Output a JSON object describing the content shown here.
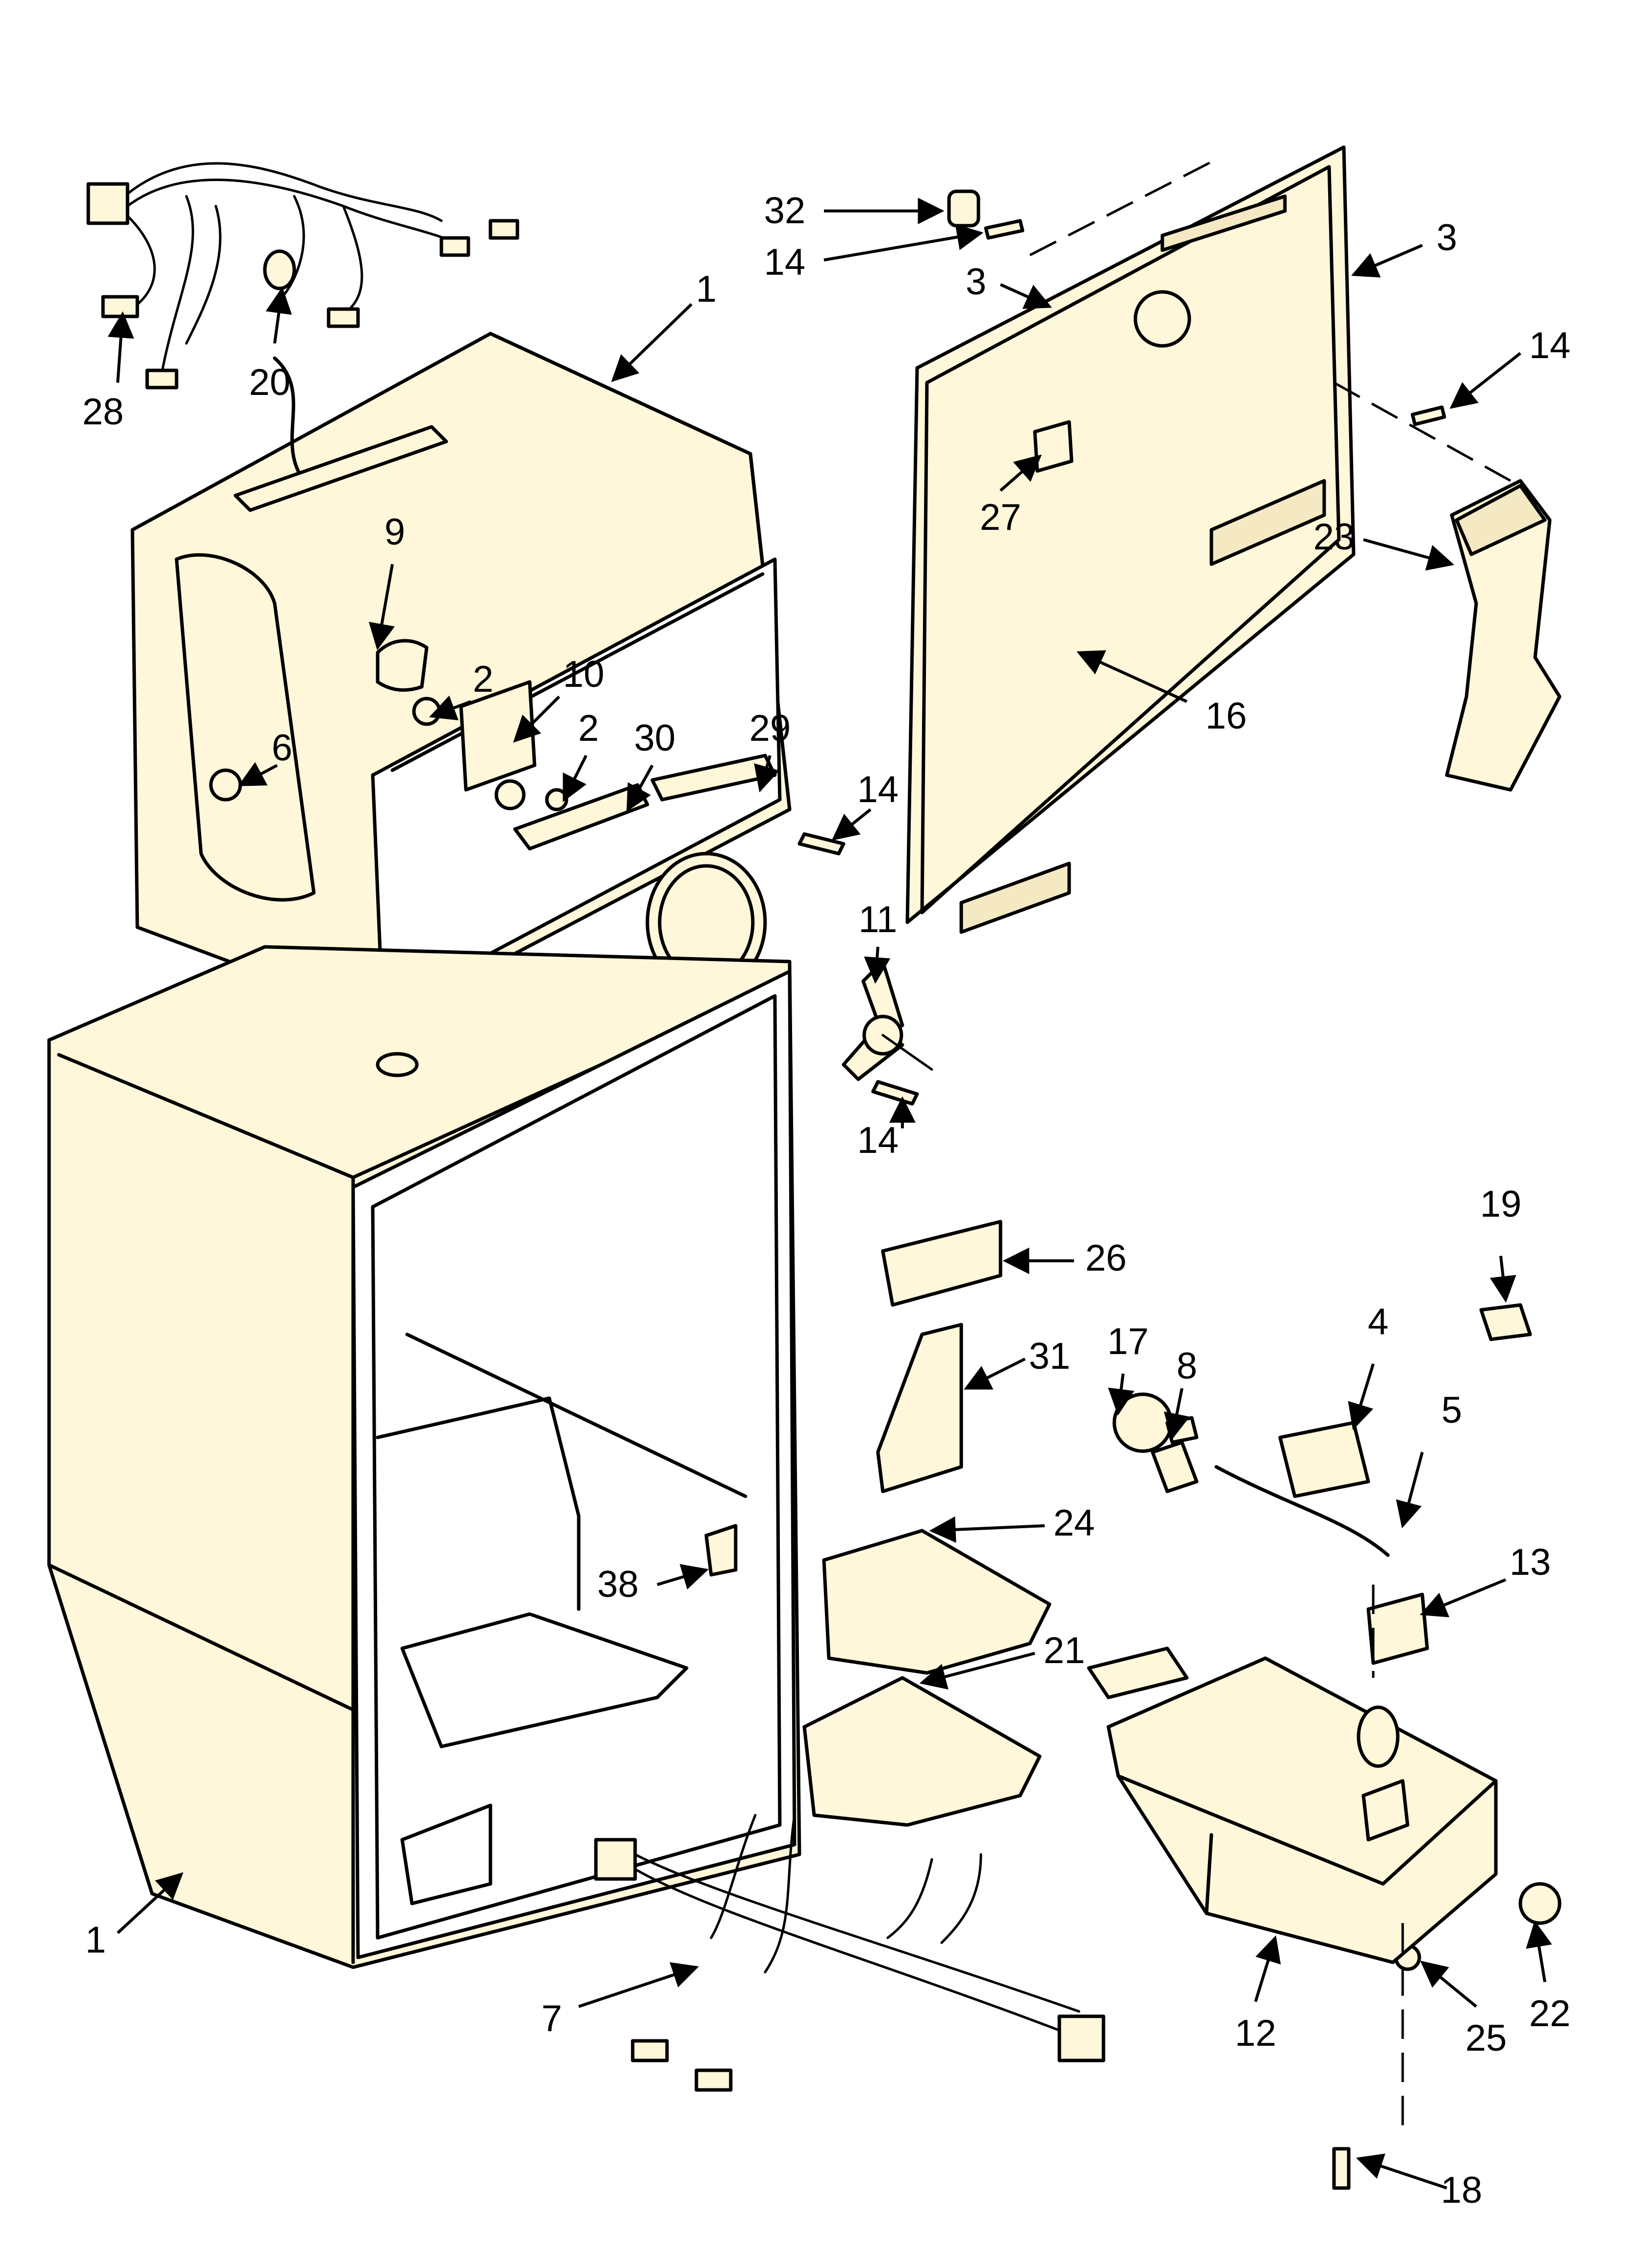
{
  "callouts": [
    {
      "id": "c28",
      "label": "28"
    },
    {
      "id": "c20",
      "label": "20"
    },
    {
      "id": "c1a",
      "label": "1"
    },
    {
      "id": "c9",
      "label": "9"
    },
    {
      "id": "c10",
      "label": "10"
    },
    {
      "id": "c2a",
      "label": "2"
    },
    {
      "id": "c2b",
      "label": "2"
    },
    {
      "id": "c6",
      "label": "6"
    },
    {
      "id": "c30",
      "label": "30"
    },
    {
      "id": "c29",
      "label": "29"
    },
    {
      "id": "c14a",
      "label": "14"
    },
    {
      "id": "c11",
      "label": "11"
    },
    {
      "id": "c14b",
      "label": "14"
    },
    {
      "id": "c32",
      "label": "32"
    },
    {
      "id": "c14c",
      "label": "14"
    },
    {
      "id": "c3a",
      "label": "3"
    },
    {
      "id": "c3b",
      "label": "3"
    },
    {
      "id": "c14d",
      "label": "14"
    },
    {
      "id": "c27",
      "label": "27"
    },
    {
      "id": "c23",
      "label": "23"
    },
    {
      "id": "c16",
      "label": "16"
    },
    {
      "id": "c19",
      "label": "19"
    },
    {
      "id": "c26",
      "label": "26"
    },
    {
      "id": "c31",
      "label": "31"
    },
    {
      "id": "c17",
      "label": "17"
    },
    {
      "id": "c8",
      "label": "8"
    },
    {
      "id": "c4",
      "label": "4"
    },
    {
      "id": "c5",
      "label": "5"
    },
    {
      "id": "c24",
      "label": "24"
    },
    {
      "id": "c38",
      "label": "38"
    },
    {
      "id": "c13",
      "label": "13"
    },
    {
      "id": "c21",
      "label": "21"
    },
    {
      "id": "c1b",
      "label": "1"
    },
    {
      "id": "c7",
      "label": "7"
    },
    {
      "id": "c12",
      "label": "12"
    },
    {
      "id": "c22",
      "label": "22"
    },
    {
      "id": "c25",
      "label": "25"
    },
    {
      "id": "c18",
      "label": "18"
    }
  ]
}
